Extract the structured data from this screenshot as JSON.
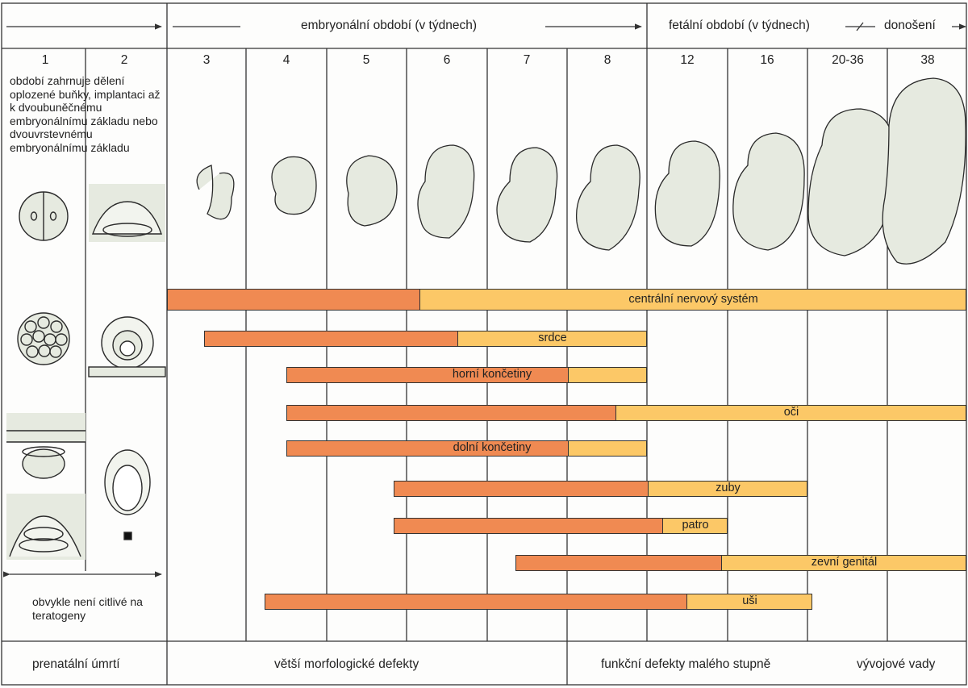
{
  "header": {
    "embryonic": "embryonální období (v týdnech)",
    "fetal": "fetální období (v týdnech)",
    "term": "donošení"
  },
  "weeks": [
    "1",
    "2",
    "3",
    "4",
    "5",
    "6",
    "7",
    "8",
    "12",
    "16",
    "20-36",
    "38"
  ],
  "notes": {
    "period_desc": "období zahrnuje dělení oplozené buňky, implantaci až k dvoubuněčnému embryonálnímu základu nebo dvouvrstevnému embryonálnímu základu",
    "not_sensitive": "obvykle není citlivé na teratogeny"
  },
  "bars": [
    {
      "label": "centrální nervový systém",
      "start_week": "3",
      "split_week": "6",
      "end_week": "38"
    },
    {
      "label": "srdce",
      "start_week": "3",
      "split_week": "6",
      "end_week": "8"
    },
    {
      "label": "horní končetiny",
      "start_week": "4",
      "split_week": "7",
      "end_week": "8"
    },
    {
      "label": "oči",
      "start_week": "4",
      "split_week": "8",
      "end_week": "38"
    },
    {
      "label": "dolní končetiny",
      "start_week": "4",
      "split_week": "7",
      "end_week": "8"
    },
    {
      "label": "zuby",
      "start_week": "6",
      "split_week": "8",
      "end_week": "16"
    },
    {
      "label": "patro",
      "start_week": "6",
      "split_week": "12",
      "end_week": "12"
    },
    {
      "label": "zevní genitál",
      "start_week": "7",
      "split_week": "12",
      "end_week": "38"
    },
    {
      "label": "uši",
      "start_week": "4",
      "split_week": "12",
      "end_week": "20-36"
    }
  ],
  "footer": {
    "prenatal": "prenatální úmrtí",
    "major": "větší morfologické defekty",
    "functional": "funkční defekty malého stupně",
    "developmental": "vývojové vady"
  },
  "colors": {
    "major_sensitive": "#f08a52",
    "less_sensitive": "#fcc867",
    "embryo": "#e6eae0",
    "grid": "#333333"
  }
}
